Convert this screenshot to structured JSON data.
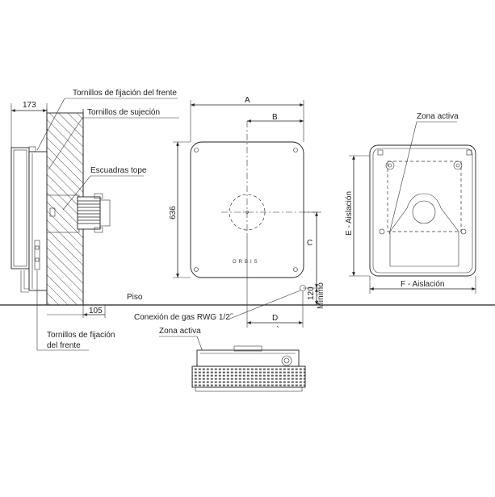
{
  "labels": {
    "front_screws_top": "Tornillos de fijación del frente",
    "holding_screws": "Tornillos de sujeción",
    "brackets": "Escuadras tope",
    "floor": "Piso",
    "gas_connection": "Conexión de gas RWG 1/2˝",
    "front_screws_bottom_line1": "Tornillos de fijación",
    "front_screws_bottom_line2": "del frente",
    "active_zone_bottom": "Zona activa",
    "active_zone_right": "Zona activa",
    "logo": "ORBIS"
  },
  "dimensions": {
    "side_depth": "173",
    "floor_gap": "105",
    "dim_a": "A",
    "dim_b": "B",
    "dim_c": "C",
    "dim_d": "D",
    "height_636": "636",
    "min_height": "120",
    "min_label": "Mínimo",
    "dim_e": "E - Aislación",
    "dim_f": "F - Aislación"
  }
}
